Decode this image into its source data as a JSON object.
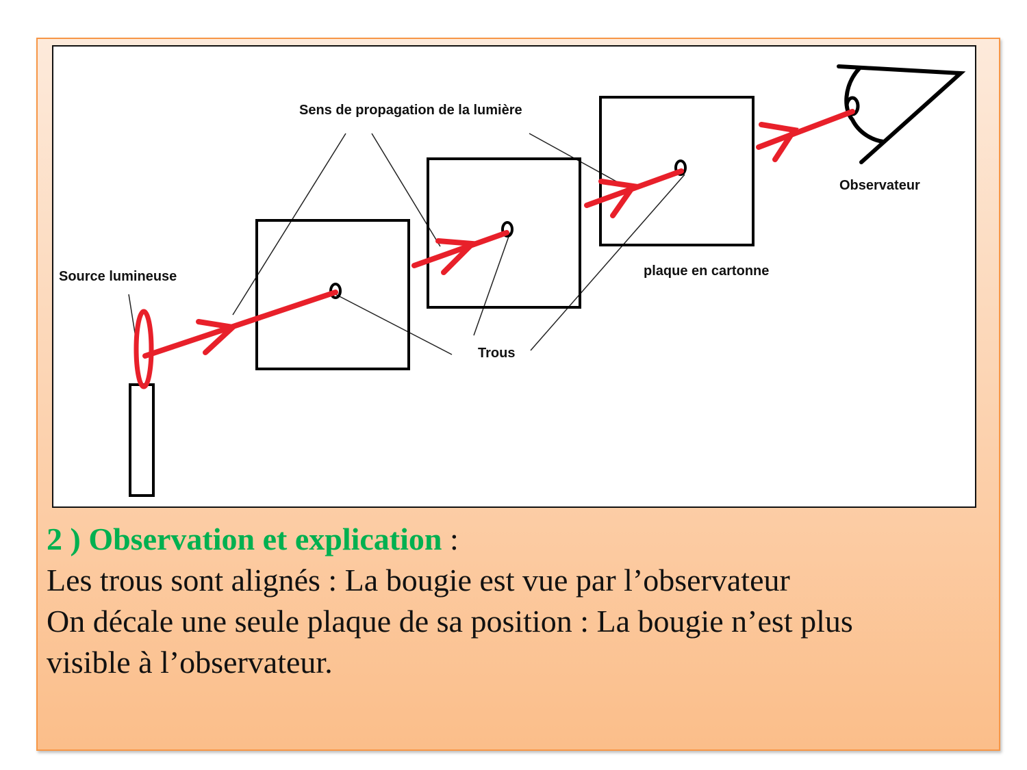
{
  "diagram": {
    "labels": {
      "propagation": "Sens de propagation de la lumière",
      "source": "Source lumineuse",
      "holes": "Trous",
      "plate": "plaque en cartonne",
      "observer": "Observateur"
    },
    "colors": {
      "ray": "#e8202a",
      "outline": "#000000"
    }
  },
  "content": {
    "heading": "2 ) Observation et explication",
    "heading_suffix": " :",
    "line1": "Les trous sont alignés : La bougie est vue par l’observateur",
    "line2": "On décale une seule plaque de sa position : La bougie n’est plus",
    "line3": "visible  à l’observateur.",
    "heading_color": "#00b050"
  }
}
